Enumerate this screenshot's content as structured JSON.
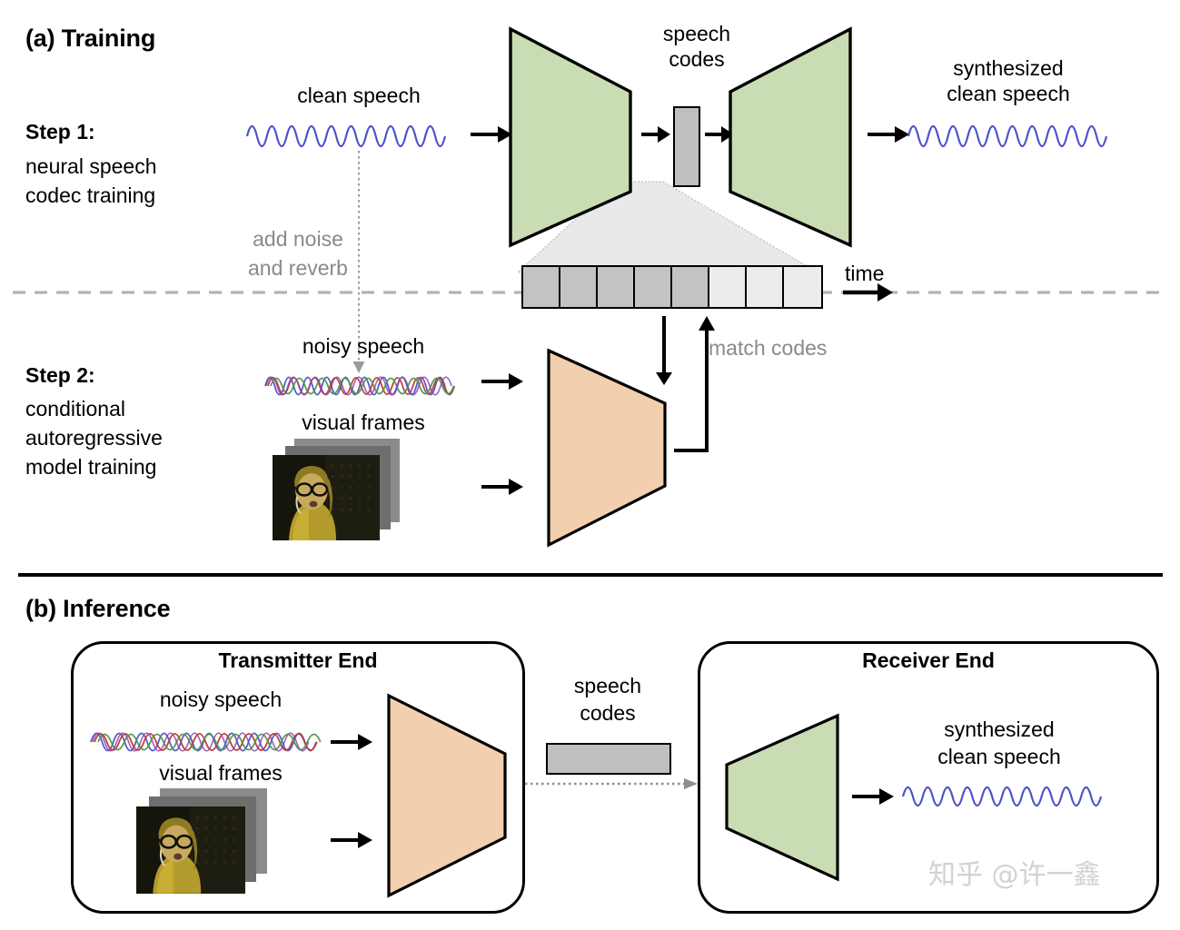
{
  "figure": {
    "sections": [
      {
        "id": "a",
        "title": "(a) Training"
      },
      {
        "id": "b",
        "title": "(b) Inference"
      }
    ]
  },
  "training": {
    "step1": {
      "label": "Step 1:",
      "body_line1": "neural speech",
      "body_line2": "codec training",
      "input_label": "clean speech",
      "codes_label_line1": "speech",
      "codes_label_line2": "codes",
      "output_label_line1": "synthesized",
      "output_label_line2": "clean speech",
      "time_label": "time",
      "encoder_name": "encoder",
      "decoder_name": "decoder"
    },
    "noise_note": {
      "line1": "add noise",
      "line2": "and reverb"
    },
    "step2": {
      "label": "Step 2:",
      "body_line1": "conditional",
      "body_line2": "autoregressive",
      "body_line3": "model training",
      "audio_label": "noisy speech",
      "visual_label": "visual frames",
      "match_label": "match codes"
    },
    "code_strip": {
      "cells": [
        {
          "index": 1,
          "shade": "dark"
        },
        {
          "index": 2,
          "shade": "dark"
        },
        {
          "index": 3,
          "shade": "dark"
        },
        {
          "index": 4,
          "shade": "dark"
        },
        {
          "index": 5,
          "shade": "dark"
        },
        {
          "index": 6,
          "shade": "light"
        },
        {
          "index": 7,
          "shade": "light"
        },
        {
          "index": 8,
          "shade": "light"
        }
      ]
    }
  },
  "inference": {
    "transmitter": {
      "title": "Transmitter End",
      "audio_label": "noisy speech",
      "visual_label": "visual frames"
    },
    "channel": {
      "codes_label_line1": "speech",
      "codes_label_line2": "codes"
    },
    "receiver": {
      "title": "Receiver End",
      "output_label_line1": "synthesized",
      "output_label_line2": "clean speech"
    }
  },
  "watermark": {
    "text": "知乎 @许一鑫"
  },
  "colors": {
    "codec_green": "#c9dcb4",
    "model_orange": "#f2cfae",
    "codes_gray": "#bfbfbf",
    "cell_dark": "#c3c3c3",
    "cell_light": "#ececec",
    "cone_gray": "#e3e3e3",
    "gray_text": "#8a8a8a",
    "wave_blue": "#4a54c8",
    "wave_red": "#c0392b",
    "wave_green": "#4e9a4e",
    "wave_purple": "#8e44ad",
    "stroke": "#000000"
  }
}
